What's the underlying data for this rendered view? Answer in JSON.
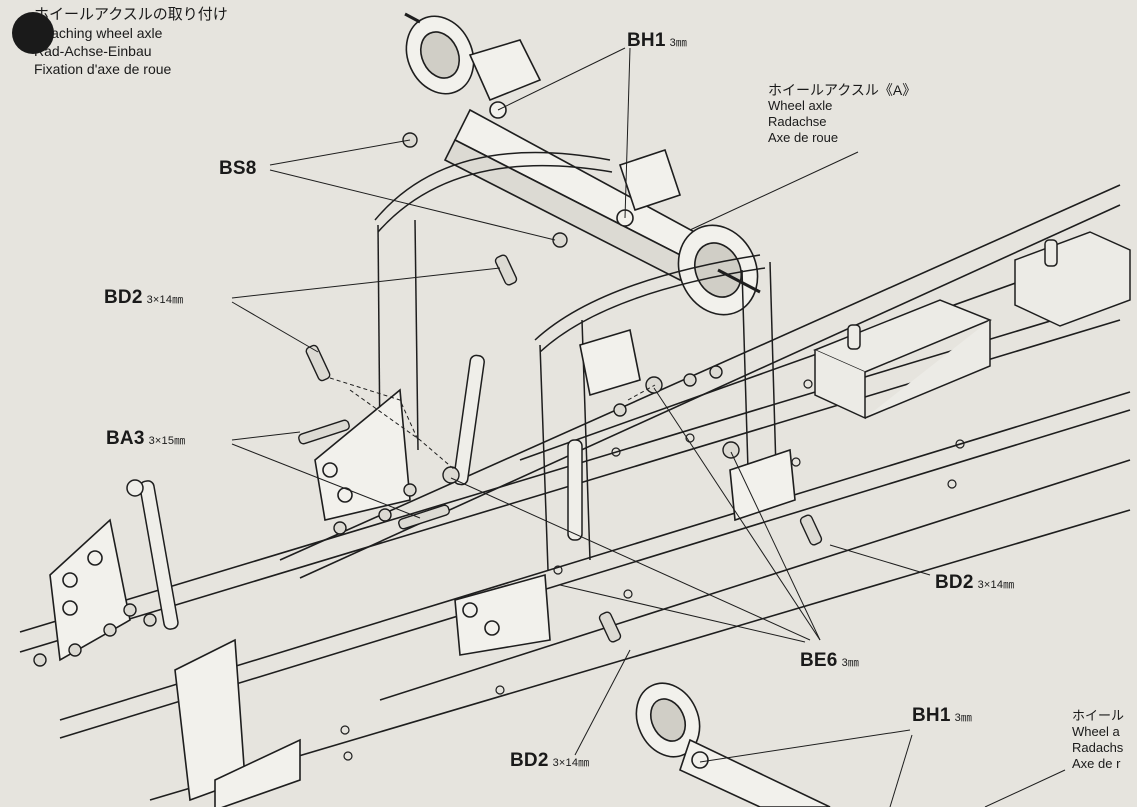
{
  "step_header": {
    "jp": "ホイールアクスルの取り付け",
    "en": "Attaching wheel axle",
    "de": "Rad-Achse-Einbau",
    "fr": "Fixation d'axe de roue"
  },
  "callouts": {
    "bh1_top": {
      "code": "BH1",
      "size": "3㎜"
    },
    "bs8": {
      "code": "BS8"
    },
    "bd2_left": {
      "code": "BD2",
      "size": "3×14㎜"
    },
    "ba3": {
      "code": "BA3",
      "size": "3×15㎜"
    },
    "bd2_right": {
      "code": "BD2",
      "size": "3×14㎜"
    },
    "be6": {
      "code": "BE6",
      "size": "3㎜"
    },
    "bh1_bottom": {
      "code": "BH1",
      "size": "3㎜"
    },
    "bd2_bottom": {
      "code": "BD2",
      "size": "3×14㎜"
    }
  },
  "wheel_axle_label": {
    "jp": "ホイールアクスル《A》",
    "en": "Wheel axle",
    "de": "Radachse",
    "fr": "Axe de roue"
  },
  "wheel_axle_label_cut": {
    "jp": "ホイール",
    "en": "Wheel a",
    "de": "Radachs",
    "fr": "Axe de r"
  }
}
